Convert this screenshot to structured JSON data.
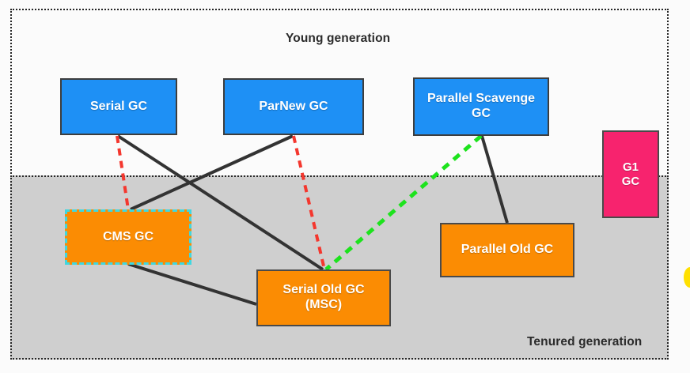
{
  "diagram": {
    "title_young": "Young generation",
    "title_tenured": "Tenured generation",
    "colors": {
      "young_box": "#1e90f5",
      "old_box": "#fb8c03",
      "g1_box": "#f7236e",
      "cms_border": "#3fd8e0",
      "tenured_bg": "#cfcfcf",
      "solid_line": "#333333",
      "red_dashed_line": "#f4372e",
      "green_dashed_line": "#1de31d",
      "cursor": "#ffe000"
    },
    "nodes": [
      {
        "id": "serial-gc",
        "label": "Serial GC",
        "generation": "young"
      },
      {
        "id": "parnew-gc",
        "label": "ParNew GC",
        "generation": "young"
      },
      {
        "id": "parallel-scavenge",
        "label": "Parallel Scavenge\nGC",
        "generation": "young"
      },
      {
        "id": "g1-gc",
        "label": "G1\nGC",
        "generation": "both"
      },
      {
        "id": "cms-gc",
        "label": "CMS GC",
        "generation": "tenured"
      },
      {
        "id": "serial-old-gc",
        "label": "Serial Old GC\n(MSC)",
        "generation": "tenured"
      },
      {
        "id": "parallel-old-gc",
        "label": "Parallel Old GC",
        "generation": "tenured"
      }
    ],
    "node_labels": {
      "serial_gc": "Serial GC",
      "parnew_gc": "ParNew GC",
      "parallel_scavenge_gc_line1": "Parallel Scavenge",
      "parallel_scavenge_gc_line2": "GC",
      "g1_gc_line1": "G1",
      "g1_gc_line2": "GC",
      "cms_gc": "CMS GC",
      "serial_old_gc_line1": "Serial Old GC",
      "serial_old_gc_line2": "(MSC)",
      "parallel_old_gc": "Parallel Old GC"
    },
    "connections": [
      {
        "from": "serial-gc",
        "to": "cms-gc",
        "style": "red-dashed"
      },
      {
        "from": "serial-gc",
        "to": "serial-old-gc",
        "style": "solid"
      },
      {
        "from": "parnew-gc",
        "to": "serial-old-gc",
        "style": "red-dashed"
      },
      {
        "from": "parnew-gc",
        "to": "cms-gc",
        "style": "solid"
      },
      {
        "from": "parallel-scavenge",
        "to": "serial-old-gc",
        "style": "green-dashed"
      },
      {
        "from": "parallel-scavenge",
        "to": "parallel-old-gc",
        "style": "solid"
      },
      {
        "from": "cms-gc",
        "to": "serial-old-gc",
        "style": "solid"
      }
    ]
  }
}
